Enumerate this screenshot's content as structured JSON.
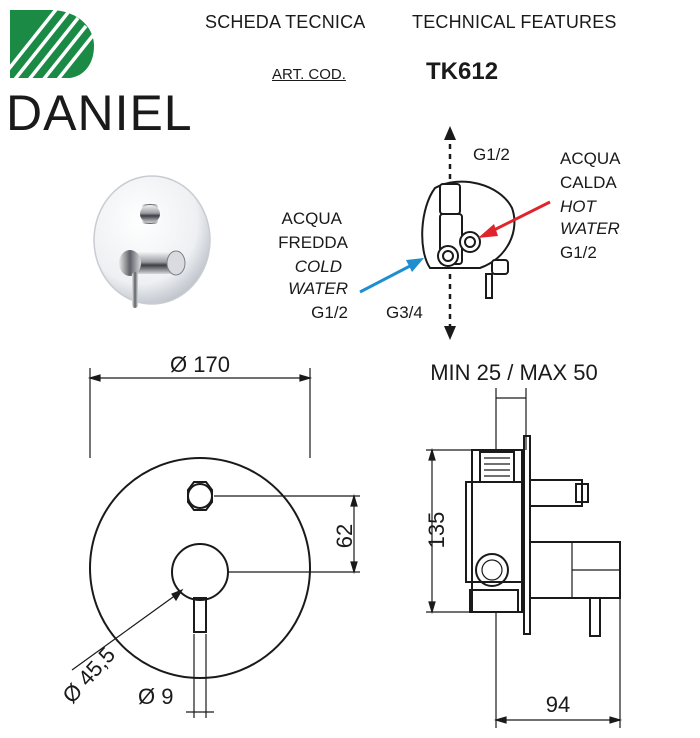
{
  "header": {
    "title_it": "SCHEDA TECNICA",
    "title_en": "TECHNICAL FEATURES",
    "art_label": "ART. COD.",
    "art_code": "TK612"
  },
  "brand": {
    "name": "DANIEL",
    "logo_color": "#1a8a45"
  },
  "connection": {
    "top_fitting": "G1/2",
    "hot_line1": "ACQUA",
    "hot_line2": "CALDA",
    "hot_line3": "HOT",
    "hot_line4": "WATER",
    "hot_fitting": "G1/2",
    "cold_line1": "ACQUA",
    "cold_line2": "FREDDA",
    "cold_line3": "COLD",
    "cold_line4": "WATER",
    "cold_fitting": "G1/2",
    "bottom_fitting": "G3/4",
    "hot_color": "#e0242b",
    "cold_color": "#1d8fd0"
  },
  "front_view": {
    "plate_diameter": "Ø 170",
    "knob_distance": "62",
    "handle_diameter": "Ø 45,5",
    "lever_diameter": "Ø 9"
  },
  "side_view": {
    "depth_range": "MIN 25 / MAX 50",
    "height": "135",
    "projection": "94"
  }
}
